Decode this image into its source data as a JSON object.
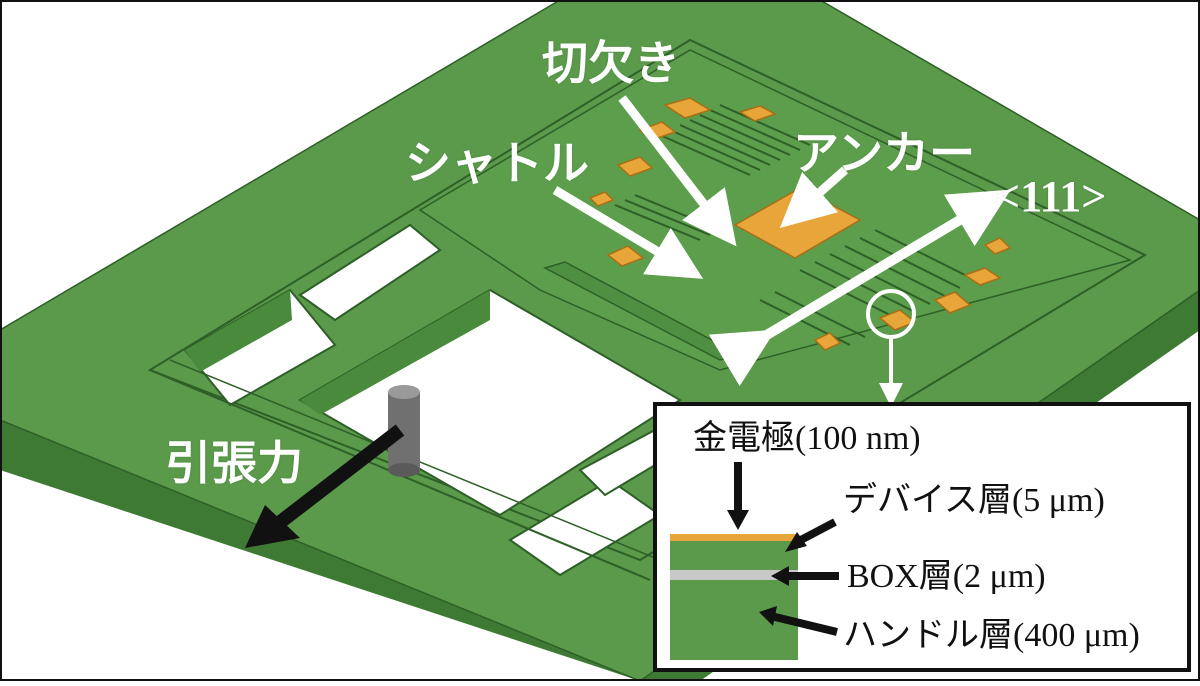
{
  "labels": {
    "notch": "切欠き",
    "shuttle": "シャトル",
    "anchor": "アンカー",
    "crystal_direction": "<111>",
    "tensile_force": "引張力"
  },
  "cross_section": {
    "gold_electrode": "金電極(100 nm)",
    "device_layer": "デバイス層(5 μm)",
    "box_layer": "BOX層(2 μm)",
    "handle_layer": "ハンドル層(400 μm)"
  },
  "colors": {
    "substrate_green": "#5a9a4a",
    "substrate_dark": "#3f7a34",
    "gold": "#e8a53a",
    "box_gray": "#c8c8c8",
    "arrow_white": "#ffffff",
    "arrow_black": "#111111"
  }
}
